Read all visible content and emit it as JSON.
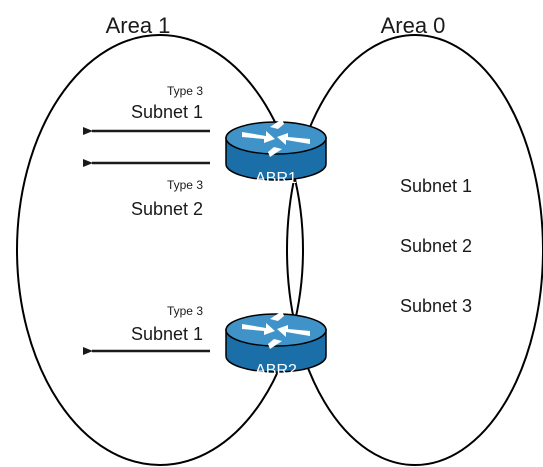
{
  "areas": {
    "left_title": "Area 1",
    "right_title": "Area 0"
  },
  "advertised": [
    {
      "type": "Type 3",
      "subnet": "Subnet 1"
    },
    {
      "type": "Type 3",
      "subnet": "Subnet 2"
    },
    {
      "type": "Type 3",
      "subnet": "Subnet 1"
    }
  ],
  "routers": {
    "abr1": "ABR1",
    "abr2": "ABR2"
  },
  "area0_subnets": [
    "Subnet 1",
    "Subnet 2",
    "Subnet 3"
  ],
  "colors": {
    "router_fill": "#1b6fa8",
    "router_top": "#3f93c9",
    "outline": "#000000"
  }
}
